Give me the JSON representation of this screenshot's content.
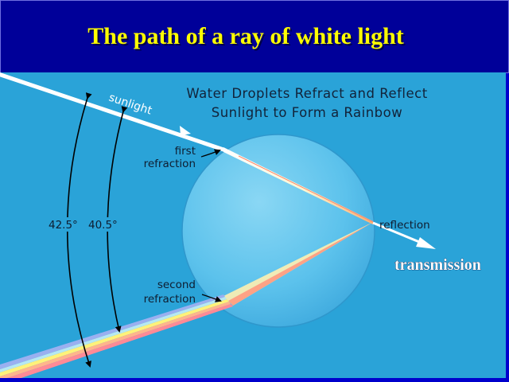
{
  "slide": {
    "title": "The path of a ray of white light"
  },
  "diagram": {
    "heading_line1": "Water Droplets Refract and Reflect",
    "heading_line2": "Sunlight to Form a Rainbow",
    "labels": {
      "sunlight": "sunlight",
      "first_refraction_1": "first",
      "first_refraction_2": "refraction",
      "reflection": "reflection",
      "second_refraction_1": "second",
      "second_refraction_2": "refraction",
      "transmission": "transmission",
      "angle_outer": "42.5°",
      "angle_inner": "40.5°"
    },
    "spectrum_colors": [
      "#9ab0f0",
      "#b6e8f2",
      "#fff27a",
      "#ffb58c",
      "#ff8a96"
    ],
    "colors": {
      "background": "#2aa3d8",
      "title": "#ffff00",
      "droplet": "#63c7ee"
    }
  }
}
